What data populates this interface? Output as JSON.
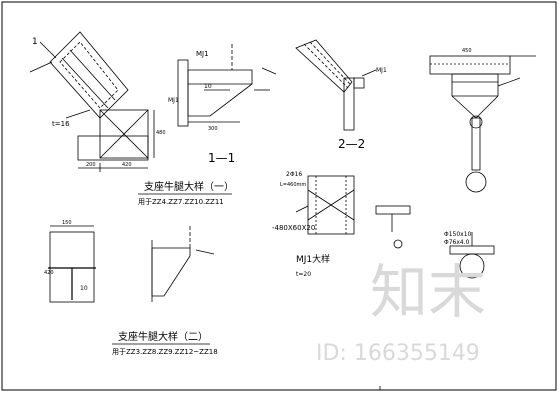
{
  "drawing": {
    "labels": {
      "section_1_1": "1—1",
      "section_2_2": "2—2",
      "detail_1_title": "支座牛腿大样（一）",
      "detail_1_sub": "用于ZZ4.ZZ7.ZZ10.ZZ11",
      "detail_2_title": "支座牛腿大样（二）",
      "detail_2_sub": "用于ZZ3.ZZ8.ZZ9.ZZ12~ZZ18",
      "mj1_title": "MJ1大样",
      "mj1_t": "t=20",
      "t16": "t=16",
      "mj1_tag_a": "MJ1",
      "mj1_tag_b": "MJ1",
      "mj1_tag_c": "MJ1",
      "rebar": "2Φ16",
      "anchor": "-480X60X20",
      "len": "L=460mm",
      "dim_480": "480",
      "dim_450": "450",
      "dim_200": "200",
      "dim_420": "420",
      "dim_300": "300",
      "dim_10": "10",
      "dim_150": "150",
      "pipe": "Φ76x4.0",
      "hole": "Φ150x10",
      "corner_1": "1"
    },
    "watermark": {
      "logo": "知末",
      "id": "ID: 166355149"
    }
  }
}
